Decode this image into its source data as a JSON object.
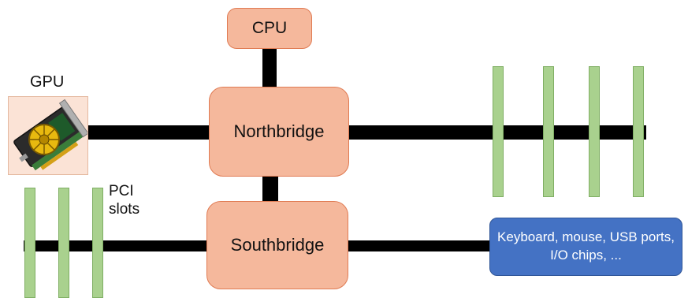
{
  "cpu": {
    "label": "CPU"
  },
  "northbridge": {
    "label": "Northbridge"
  },
  "southbridge": {
    "label": "Southbridge"
  },
  "gpu": {
    "label": "GPU",
    "icon": "graphics-card-icon"
  },
  "pci": {
    "label": "PCI\nslots",
    "slot_count": 3
  },
  "memory": {
    "slot_count": 4
  },
  "io": {
    "label": "Keyboard, mouse, USB ports, I/O chips, ..."
  },
  "colors": {
    "chip_fill": "#f5b89c",
    "chip_border": "#e07b53",
    "slot_fill": "#a9d18e",
    "io_fill": "#4472c4",
    "bus": "#000000"
  }
}
